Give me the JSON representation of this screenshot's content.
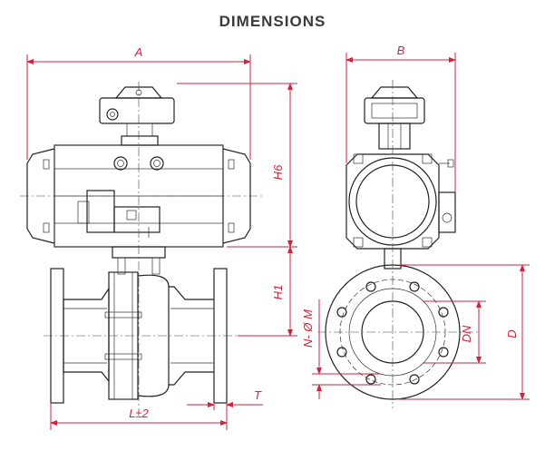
{
  "title": "DIMENSIONS",
  "labels": {
    "A": "A",
    "B": "B",
    "H6": "H6",
    "H1": "H1",
    "NM": "N- Ø M",
    "DN": "DN",
    "D": "D",
    "T": "T",
    "L": "L±2"
  },
  "colors": {
    "dimension": "#d2233c",
    "outline": "#222222"
  }
}
